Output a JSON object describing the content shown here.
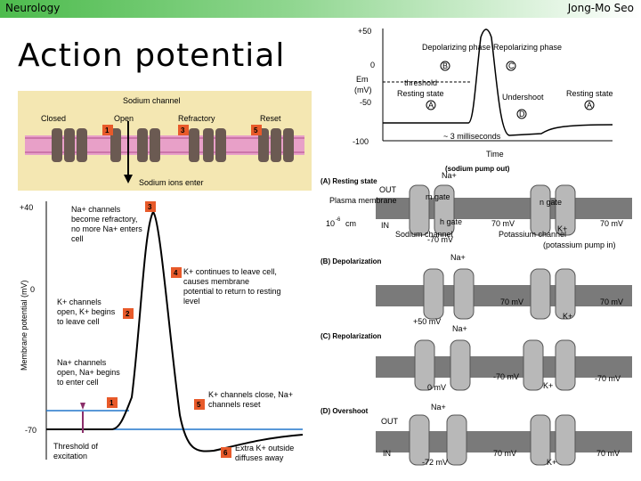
{
  "header": {
    "left": "Neurology",
    "right": "Jong-Mo Seo",
    "gradient": [
      "#4dbb4d",
      "#ffffff"
    ]
  },
  "title": "Action potential",
  "channel_panel": {
    "title": "Sodium channel",
    "states": [
      "Closed",
      "Open",
      "Refractory",
      "Reset"
    ],
    "numbers": [
      "1",
      "3",
      "5"
    ],
    "caption": "Sodium ions enter"
  },
  "ap_graph": {
    "y_ticks": [
      "+40",
      "0",
      "-70"
    ],
    "y_label": "Membrane potential (mV)",
    "notes": {
      "n3": "Na+ channels become refractory, no more Na+ enters cell",
      "n4": "K+ continues to leave cell, causes membrane potential to return to resting level",
      "n2": "K+ channels open, K+ begins to leave cell",
      "n1": "Na+ channels open, Na+ begins to enter cell",
      "n5": "K+ channels close, Na+ channels reset",
      "n6": "Extra K+ outside diffuses away",
      "threshold": "Threshold of excitation"
    },
    "numbers": [
      "1",
      "2",
      "3",
      "4",
      "5",
      "6"
    ]
  },
  "phase_graph": {
    "y_ticks": [
      "+50",
      "0",
      "-50",
      "-100"
    ],
    "y_label_1": "Em",
    "y_label_2": "(mV)",
    "labels": {
      "depol": "Depolarizing phase",
      "repol": "Repolarizing phase",
      "threshold": "threshold",
      "resting": "Resting state",
      "undershoot": "Undershoot",
      "resting2": "Resting state",
      "duration": "~ 3 milliseconds",
      "time": "Time"
    },
    "markers": [
      "A",
      "B",
      "C",
      "D",
      "A"
    ]
  },
  "membrane_panel": {
    "top_label": "(sodium pump out)",
    "sections": [
      "(A) Resting state",
      "(B) Depolarization",
      "(C) Repolarization",
      "(D) Overshoot"
    ],
    "labels": {
      "out": "OUT",
      "in": "IN",
      "plasma": "Plasma membrane",
      "thick": "10",
      "exp": "-6",
      "cm": "cm",
      "mgate": "m gate",
      "hgate": "h gate",
      "ngate": "n gate",
      "sodium_channel": "Sodium channel",
      "potassium_channel": "Potassium channel",
      "pump_in": "(potassium pump in)",
      "na": "Na+",
      "k": "K+",
      "v70": "70 mV",
      "vm70": "-70 mV",
      "v50": "+50 mV",
      "v0": "0 mV",
      "vm72": "-72 mV"
    }
  }
}
